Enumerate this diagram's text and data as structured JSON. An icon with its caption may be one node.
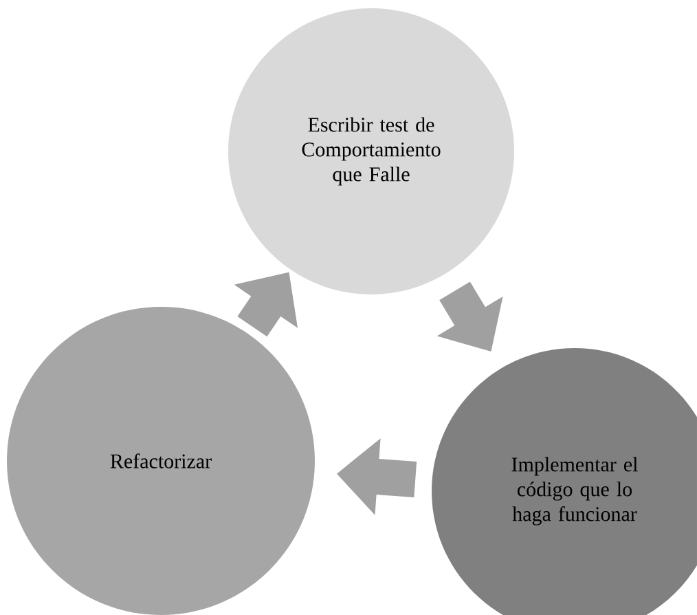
{
  "diagram": {
    "nodes": [
      {
        "text": [
          "Escribir test de Comportamiento que Falle"
        ]
      },
      {
        "text": [
          "Implementar el código que lo haga funcionar"
        ]
      },
      {
        "text": [
          "Refactorizar"
        ]
      }
    ],
    "edges": [
      {
        "from": 0,
        "to": 1,
        "arrow": "to"
      },
      {
        "from": 1,
        "to": 2,
        "arrow": "to"
      },
      {
        "from": 2,
        "to": 0,
        "arrow": "to"
      }
    ]
  }
}
